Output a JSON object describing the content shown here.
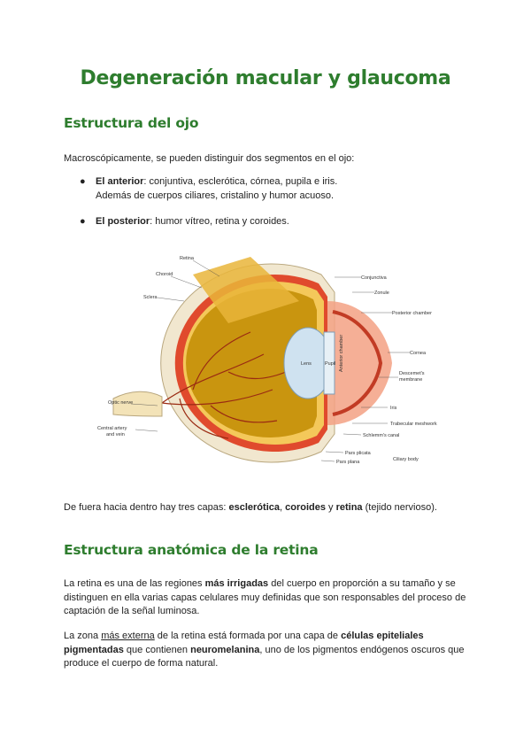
{
  "title": "Degeneración macular y glaucoma",
  "section1": {
    "heading": "Estructura del ojo",
    "intro": "Macroscópicamente, se pueden distinguir dos segmentos en el ojo:",
    "bullets": [
      {
        "bold": "El anterior",
        "text": ": conjuntiva, esclerótica, córnea, pupila e iris.",
        "text2": "Además de cuerpos ciliares, cristalino y humor acuoso."
      },
      {
        "bold": "El posterior",
        "text": ": humor vítreo, retina y coroides."
      }
    ],
    "diagram_labels": {
      "retina": "Retina",
      "choroid": "Choroid",
      "sclera": "Sclera",
      "optic_nerve": "Optic nerve",
      "artery_1": "Central artery",
      "artery_2": "and vein",
      "conjunctiva": "Conjunctiva",
      "zonule": "Zonule",
      "posterior_chamber": "Posterior chamber",
      "cornea": "Cornea",
      "descemet_1": "Descemet's",
      "descemet_2": "membrane",
      "iris": "Iris",
      "trabecular": "Trabecular meshwork",
      "schlemm": "Schlemm's canal",
      "pars_plicata": "Pars plicata",
      "pars_plana": "Pars plana",
      "ciliary_body": "Ciliary body",
      "lens": "Lens",
      "pupil": "Pupil",
      "anterior_chamber": "Anterior chamber"
    },
    "layers": {
      "pre": "De fuera hacia dentro hay tres capas: ",
      "b1": "esclerótica",
      "c1": ", ",
      "b2": "coroides",
      "c2": " y ",
      "b3": "retina",
      "post": " (tejido nervioso)."
    }
  },
  "section2": {
    "heading": "Estructura anatómica de la retina",
    "p1": {
      "pre": "La retina es una de las regiones ",
      "b": "más irrigadas",
      "post": " del cuerpo en proporción a su tamaño y se distinguen en ella varias capas celulares muy definidas que son responsables del proceso de captación de la señal luminosa."
    },
    "p2": {
      "pre": "La zona ",
      "u": "más externa",
      "mid": " de la retina está formada por una capa de ",
      "b1": "células epiteliales pigmentadas",
      "mid2": " que contienen ",
      "b2": "neuromelanina",
      "post": ", uno de los pigmentos endógenos oscuros que produce el cuerpo de forma natural."
    }
  },
  "colors": {
    "heading": "#2e7d2e"
  }
}
